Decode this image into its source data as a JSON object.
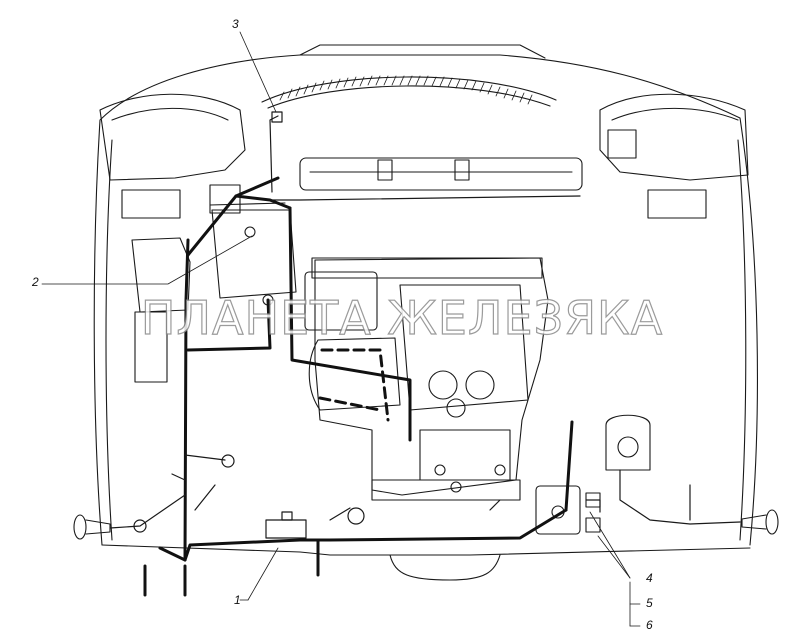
{
  "watermark": "ПЛАНЕТА ЖЕЛЕЗЯКА",
  "callouts": [
    "1",
    "2",
    "3",
    "4",
    "5",
    "6"
  ],
  "colors": {
    "line": "#1a1a1a",
    "harness": "#111111",
    "paper": "#ffffff",
    "watermark_stroke": "#8a8a8a"
  }
}
